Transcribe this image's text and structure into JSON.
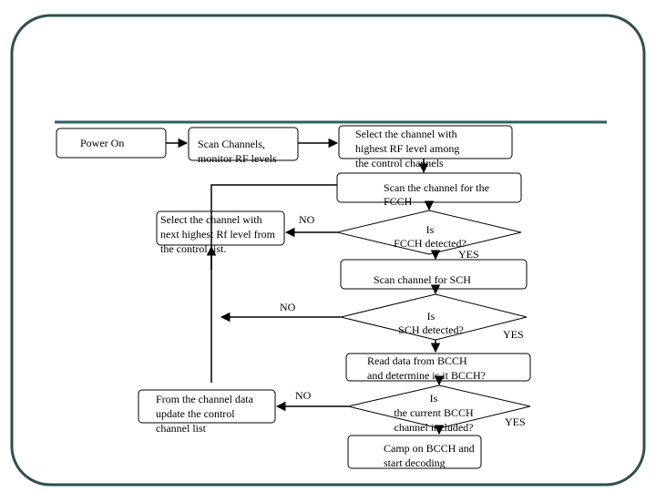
{
  "nodes": {
    "power_on": {
      "lines": [
        "Power On"
      ]
    },
    "scan_channels": {
      "lines": [
        "Scan Channels,",
        "monitor RF levels"
      ]
    },
    "select_highest": {
      "lines": [
        "Select the channel with",
        "highest RF level among",
        "the control channels"
      ]
    },
    "scan_fcch": {
      "lines": [
        "Scan the channel for the",
        "FCCH"
      ]
    },
    "fcch_decision": {
      "lines": [
        "Is",
        "FCCH detected?"
      ]
    },
    "select_next": {
      "lines": [
        "Select the channel with",
        "next highest Rf level from",
        "the control list."
      ]
    },
    "scan_sch": {
      "lines": [
        "Scan channel for SCH"
      ]
    },
    "sch_decision": {
      "lines": [
        "Is",
        "SCH detected?"
      ]
    },
    "read_bcch": {
      "lines": [
        "Read data from BCCH",
        "and determine is it BCCH?"
      ]
    },
    "bcch_decision": {
      "lines": [
        "Is",
        "the current BCCH",
        "channel included?"
      ]
    },
    "update_list": {
      "lines": [
        "From the channel data",
        "update the control",
        "channel list"
      ]
    },
    "camp": {
      "lines": [
        "Camp on BCCH and",
        "start decoding"
      ]
    }
  },
  "edge_labels": {
    "fcch_no": "NO",
    "fcch_yes": "YES",
    "sch_no": "NO",
    "sch_yes": "YES",
    "bcch_no": "NO",
    "bcch_yes": "YES"
  },
  "colors": {
    "frame": "#2f4f4f",
    "rule": "#2f5f5f",
    "line": "#000000",
    "box_border": "#000000"
  }
}
